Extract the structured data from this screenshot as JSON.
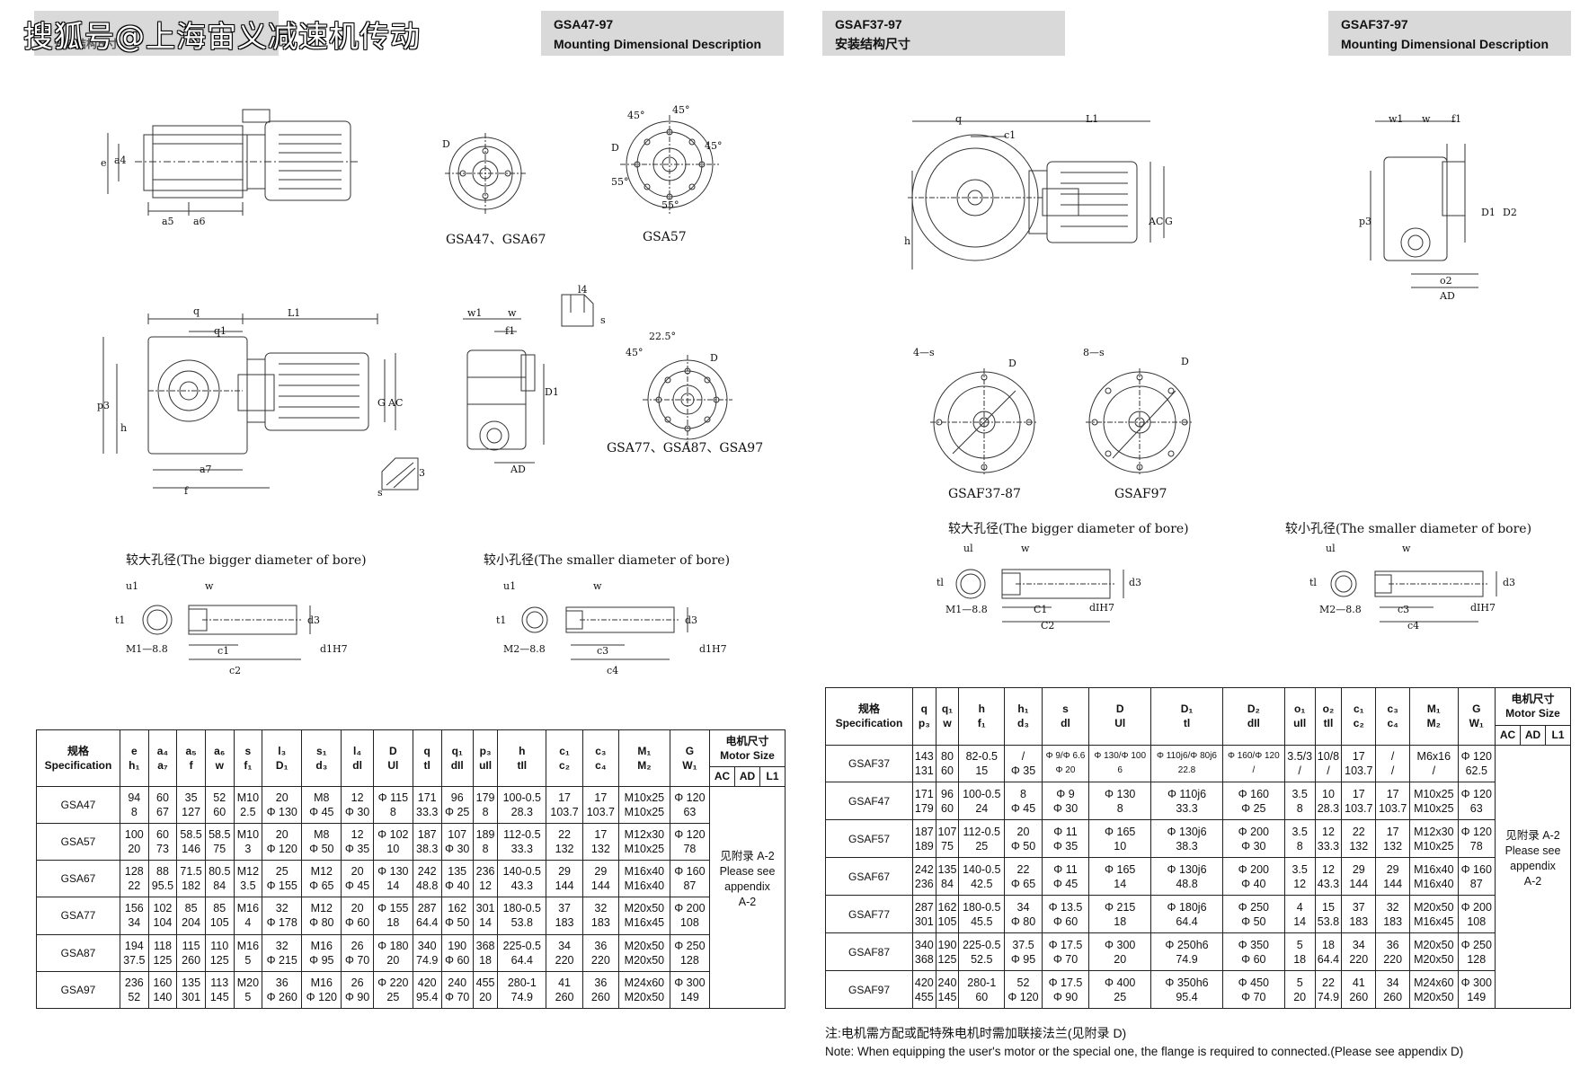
{
  "watermark": "搜狐号@上海宙义减速机传动",
  "left_header_hidden": "安装结构尺寸",
  "headers": [
    {
      "code": "GSA47-97",
      "title": "Mounting Dimensional Description"
    },
    {
      "code": "GSAF37-97",
      "title": "安装结构尺寸"
    },
    {
      "code": "GSAF37-97",
      "title": "Mounting Dimensional Description"
    }
  ],
  "captions": {
    "a": "GSA47、GSA67",
    "b": "GSA57",
    "c": "GSA77、GSA87、GSA97",
    "d": "GSAF37-87",
    "e": "GSAF97",
    "big": "较大孔径(The bigger diameter of bore)",
    "small": "较小孔径(The smaller diameter of bore)"
  },
  "dim_labels": {
    "e": "e",
    "a4": "a4",
    "a5": "a5",
    "a6": "a6",
    "q": "q",
    "q1": "q1",
    "L1": "L1",
    "p3": "p3",
    "h": "h",
    "f": "f",
    "a7": "a7",
    "AC": "AC",
    "G": "G",
    "w1": "w1",
    "w": "w",
    "f1": "f1",
    "D1": "D1",
    "AD": "AD",
    "l4": "l4",
    "s": "s",
    "three": "3",
    "D": "D",
    "deg45": "45°",
    "deg55": "55°",
    "deg225": "22.5°",
    "c1": "c1",
    "c2": "c2",
    "c3": "c3",
    "c4": "c4",
    "d3": "d3",
    "d1H7": "d1H7",
    "u1": "u1",
    "t1": "t1",
    "M1": "M1—8.8",
    "M2": "M2—8.8",
    "D2": "D2",
    "o2": "o2",
    "s4": "4—s",
    "s8": "8—s",
    "C1": "C1",
    "C2": "C2",
    "ul": "ul",
    "tl": "tl",
    "dIH7": "dIH7"
  },
  "table_left": {
    "head": {
      "spec": [
        "规格",
        "Specification"
      ],
      "cols": [
        [
          "e",
          "h₁"
        ],
        [
          "a₄",
          "a₇"
        ],
        [
          "a₅",
          "f"
        ],
        [
          "a₆",
          "w"
        ],
        [
          "s",
          "f₁"
        ],
        [
          "l₃",
          "D₁"
        ],
        [
          "s₁",
          "d₃"
        ],
        [
          "l₄",
          "dl"
        ],
        [
          "D",
          "Ul"
        ],
        [
          "q",
          "tl"
        ],
        [
          "q₁",
          "dIl"
        ],
        [
          "p₃",
          "uIl"
        ],
        [
          "h",
          "tIl"
        ],
        [
          "c₁",
          "c₂"
        ],
        [
          "c₃",
          "c₄"
        ],
        [
          "M₁",
          "M₂"
        ],
        [
          "G",
          "W₁"
        ]
      ],
      "motor": {
        "cn": "电机尺寸",
        "en": "Motor Size",
        "sub": [
          "AC",
          "AD",
          "L1"
        ]
      }
    },
    "rows": [
      {
        "model": "GSA47",
        "cells": [
          [
            "94",
            "8"
          ],
          [
            "60",
            "67"
          ],
          [
            "35",
            "127"
          ],
          [
            "52",
            "60"
          ],
          [
            "M10",
            "2.5"
          ],
          [
            "20",
            "Φ 130"
          ],
          [
            "M8",
            "Φ 45"
          ],
          [
            "12",
            "Φ 30"
          ],
          [
            "Φ 115",
            "8"
          ],
          [
            "171",
            "33.3"
          ],
          [
            "96",
            "Φ 25"
          ],
          [
            "179",
            "8"
          ],
          [
            "100-0.5",
            "28.3"
          ],
          [
            "17",
            "103.7"
          ],
          [
            "17",
            "103.7"
          ],
          [
            "M10x25",
            "M10x25"
          ],
          [
            "Φ 120",
            "63"
          ]
        ]
      },
      {
        "model": "GSA57",
        "cells": [
          [
            "100",
            "20"
          ],
          [
            "60",
            "73"
          ],
          [
            "58.5",
            "146"
          ],
          [
            "58.5",
            "75"
          ],
          [
            "M10",
            "3"
          ],
          [
            "20",
            "Φ 120"
          ],
          [
            "M8",
            "Φ 50"
          ],
          [
            "12",
            "Φ 35"
          ],
          [
            "Φ 102",
            "10"
          ],
          [
            "187",
            "38.3"
          ],
          [
            "107",
            "Φ 30"
          ],
          [
            "189",
            "8"
          ],
          [
            "112-0.5",
            "33.3"
          ],
          [
            "22",
            "132"
          ],
          [
            "17",
            "132"
          ],
          [
            "M12x30",
            "M10x25"
          ],
          [
            "Φ 120",
            "78"
          ]
        ]
      },
      {
        "model": "GSA67",
        "cells": [
          [
            "128",
            "22"
          ],
          [
            "88",
            "95.5"
          ],
          [
            "71.5",
            "182"
          ],
          [
            "80.5",
            "84"
          ],
          [
            "M12",
            "3.5"
          ],
          [
            "25",
            "Φ 155"
          ],
          [
            "M12",
            "Φ 65"
          ],
          [
            "20",
            "Φ 45"
          ],
          [
            "Φ 130",
            "14"
          ],
          [
            "242",
            "48.8"
          ],
          [
            "135",
            "Φ 40"
          ],
          [
            "236",
            "12"
          ],
          [
            "140-0.5",
            "43.3"
          ],
          [
            "29",
            "144"
          ],
          [
            "29",
            "144"
          ],
          [
            "M16x40",
            "M16x40"
          ],
          [
            "Φ 160",
            "87"
          ]
        ]
      },
      {
        "model": "GSA77",
        "cells": [
          [
            "156",
            "34"
          ],
          [
            "102",
            "104"
          ],
          [
            "85",
            "204"
          ],
          [
            "85",
            "105"
          ],
          [
            "M16",
            "4"
          ],
          [
            "32",
            "Φ 178"
          ],
          [
            "M12",
            "Φ 80"
          ],
          [
            "20",
            "Φ 60"
          ],
          [
            "Φ 155",
            "18"
          ],
          [
            "287",
            "64.4"
          ],
          [
            "162",
            "Φ 50"
          ],
          [
            "301",
            "14"
          ],
          [
            "180-0.5",
            "53.8"
          ],
          [
            "37",
            "183"
          ],
          [
            "32",
            "183"
          ],
          [
            "M20x50",
            "M16x45"
          ],
          [
            "Φ 200",
            "108"
          ]
        ]
      },
      {
        "model": "GSA87",
        "cells": [
          [
            "194",
            "37.5"
          ],
          [
            "118",
            "125"
          ],
          [
            "115",
            "260"
          ],
          [
            "110",
            "125"
          ],
          [
            "M16",
            "5"
          ],
          [
            "32",
            "Φ 215"
          ],
          [
            "M16",
            "Φ 95"
          ],
          [
            "26",
            "Φ 70"
          ],
          [
            "Φ 180",
            "20"
          ],
          [
            "340",
            "74.9"
          ],
          [
            "190",
            "Φ 60"
          ],
          [
            "368",
            "18"
          ],
          [
            "225-0.5",
            "64.4"
          ],
          [
            "34",
            "220"
          ],
          [
            "36",
            "220"
          ],
          [
            "M20x50",
            "M20x50"
          ],
          [
            "Φ 250",
            "128"
          ]
        ]
      },
      {
        "model": "GSA97",
        "cells": [
          [
            "236",
            "52"
          ],
          [
            "160",
            "140"
          ],
          [
            "135",
            "301"
          ],
          [
            "113",
            "145"
          ],
          [
            "M20",
            "5"
          ],
          [
            "36",
            "Φ 260"
          ],
          [
            "M16",
            "Φ 120"
          ],
          [
            "26",
            "Φ 90"
          ],
          [
            "Φ 220",
            "25"
          ],
          [
            "420",
            "95.4"
          ],
          [
            "240",
            "Φ 70"
          ],
          [
            "455",
            "20"
          ],
          [
            "280-1",
            "74.9"
          ],
          [
            "41",
            "260"
          ],
          [
            "36",
            "260"
          ],
          [
            "M24x60",
            "M20x50"
          ],
          [
            "Φ 300",
            "149"
          ]
        ]
      }
    ],
    "motor_note": [
      "见附录 A-2",
      "Please see",
      "appendix",
      "A-2"
    ]
  },
  "table_right": {
    "head": {
      "spec": [
        "规格",
        "Specification"
      ],
      "cols": [
        [
          "q",
          "p₃"
        ],
        [
          "q₁",
          "w"
        ],
        [
          "h",
          "f₁"
        ],
        [
          "h₁",
          "d₃"
        ],
        [
          "s",
          "dl"
        ],
        [
          "D",
          "Ul"
        ],
        [
          "D₁",
          "tl"
        ],
        [
          "D₂",
          "dIl"
        ],
        [
          "o₁",
          "uIl"
        ],
        [
          "o₂",
          "tIl"
        ],
        [
          "c₁",
          "c₂"
        ],
        [
          "c₃",
          "c₄"
        ],
        [
          "M₁",
          "M₂"
        ],
        [
          "G",
          "W₁"
        ]
      ],
      "motor": {
        "cn": "电机尺寸",
        "en": "Motor Size",
        "sub": [
          "AC",
          "AD",
          "L1"
        ]
      }
    },
    "rows": [
      {
        "model": "GSAF37",
        "cells": [
          [
            "143",
            "131"
          ],
          [
            "80",
            "60"
          ],
          [
            "82-0.5",
            "15"
          ],
          [
            "/",
            "Φ 35"
          ],
          [
            "Φ 9/Φ 6.6",
            "Φ 20"
          ],
          [
            "Φ 130/Φ 100",
            "6"
          ],
          [
            "Φ 110j6/Φ 80j6",
            "22.8"
          ],
          [
            "Φ 160/Φ 120",
            "/"
          ],
          [
            "3.5/3",
            "/"
          ],
          [
            "10/8",
            "/"
          ],
          [
            "17",
            "103.7"
          ],
          [
            "/",
            "/"
          ],
          [
            "M6x16",
            "/"
          ],
          [
            "Φ 120",
            "62.5"
          ]
        ]
      },
      {
        "model": "GSAF47",
        "cells": [
          [
            "171",
            "179"
          ],
          [
            "96",
            "60"
          ],
          [
            "100-0.5",
            "24"
          ],
          [
            "8",
            "Φ 45"
          ],
          [
            "Φ 9",
            "Φ 30"
          ],
          [
            "Φ 130",
            "8"
          ],
          [
            "Φ 110j6",
            "33.3"
          ],
          [
            "Φ 160",
            "Φ 25"
          ],
          [
            "3.5",
            "8"
          ],
          [
            "10",
            "28.3"
          ],
          [
            "17",
            "103.7"
          ],
          [
            "17",
            "103.7"
          ],
          [
            "M10x25",
            "M10x25"
          ],
          [
            "Φ 120",
            "63"
          ]
        ]
      },
      {
        "model": "GSAF57",
        "cells": [
          [
            "187",
            "189"
          ],
          [
            "107",
            "75"
          ],
          [
            "112-0.5",
            "25"
          ],
          [
            "20",
            "Φ 50"
          ],
          [
            "Φ 11",
            "Φ 35"
          ],
          [
            "Φ 165",
            "10"
          ],
          [
            "Φ 130j6",
            "38.3"
          ],
          [
            "Φ 200",
            "Φ 30"
          ],
          [
            "3.5",
            "8"
          ],
          [
            "12",
            "33.3"
          ],
          [
            "22",
            "132"
          ],
          [
            "17",
            "132"
          ],
          [
            "M12x30",
            "M10x25"
          ],
          [
            "Φ 120",
            "78"
          ]
        ]
      },
      {
        "model": "GSAF67",
        "cells": [
          [
            "242",
            "236"
          ],
          [
            "135",
            "84"
          ],
          [
            "140-0.5",
            "42.5"
          ],
          [
            "22",
            "Φ 65"
          ],
          [
            "Φ 11",
            "Φ 45"
          ],
          [
            "Φ 165",
            "14"
          ],
          [
            "Φ 130j6",
            "48.8"
          ],
          [
            "Φ 200",
            "Φ 40"
          ],
          [
            "3.5",
            "12"
          ],
          [
            "12",
            "43.3"
          ],
          [
            "29",
            "144"
          ],
          [
            "29",
            "144"
          ],
          [
            "M16x40",
            "M16x40"
          ],
          [
            "Φ 160",
            "87"
          ]
        ]
      },
      {
        "model": "GSAF77",
        "cells": [
          [
            "287",
            "301"
          ],
          [
            "162",
            "105"
          ],
          [
            "180-0.5",
            "45.5"
          ],
          [
            "34",
            "Φ 80"
          ],
          [
            "Φ 13.5",
            "Φ 60"
          ],
          [
            "Φ 215",
            "18"
          ],
          [
            "Φ 180j6",
            "64.4"
          ],
          [
            "Φ 250",
            "Φ 50"
          ],
          [
            "4",
            "14"
          ],
          [
            "15",
            "53.8"
          ],
          [
            "37",
            "183"
          ],
          [
            "32",
            "183"
          ],
          [
            "M20x50",
            "M16x45"
          ],
          [
            "Φ 200",
            "108"
          ]
        ]
      },
      {
        "model": "GSAF87",
        "cells": [
          [
            "340",
            "368"
          ],
          [
            "190",
            "125"
          ],
          [
            "225-0.5",
            "52.5"
          ],
          [
            "37.5",
            "Φ 95"
          ],
          [
            "Φ 17.5",
            "Φ 70"
          ],
          [
            "Φ 300",
            "20"
          ],
          [
            "Φ 250h6",
            "74.9"
          ],
          [
            "Φ 350",
            "Φ 60"
          ],
          [
            "5",
            "18"
          ],
          [
            "18",
            "64.4"
          ],
          [
            "34",
            "220"
          ],
          [
            "36",
            "220"
          ],
          [
            "M20x50",
            "M20x50"
          ],
          [
            "Φ 250",
            "128"
          ]
        ]
      },
      {
        "model": "GSAF97",
        "cells": [
          [
            "420",
            "455"
          ],
          [
            "240",
            "145"
          ],
          [
            "280-1",
            "60"
          ],
          [
            "52",
            "Φ 120"
          ],
          [
            "Φ 17.5",
            "Φ 90"
          ],
          [
            "Φ 400",
            "25"
          ],
          [
            "Φ 350h6",
            "95.4"
          ],
          [
            "Φ 450",
            "Φ 70"
          ],
          [
            "5",
            "20"
          ],
          [
            "22",
            "74.9"
          ],
          [
            "41",
            "260"
          ],
          [
            "34",
            "260"
          ],
          [
            "M24x60",
            "M20x50"
          ],
          [
            "Φ 300",
            "149"
          ]
        ]
      }
    ],
    "motor_note": [
      "见附录 A-2",
      "Please see",
      "appendix",
      "A-2"
    ]
  },
  "notes": {
    "cn": "注:电机需方配或配特殊电机时需加联接法兰(见附录 D)",
    "en": "Note: When equipping the user's motor or the special one, the flange is required to connected.(Please see appendix D)"
  }
}
